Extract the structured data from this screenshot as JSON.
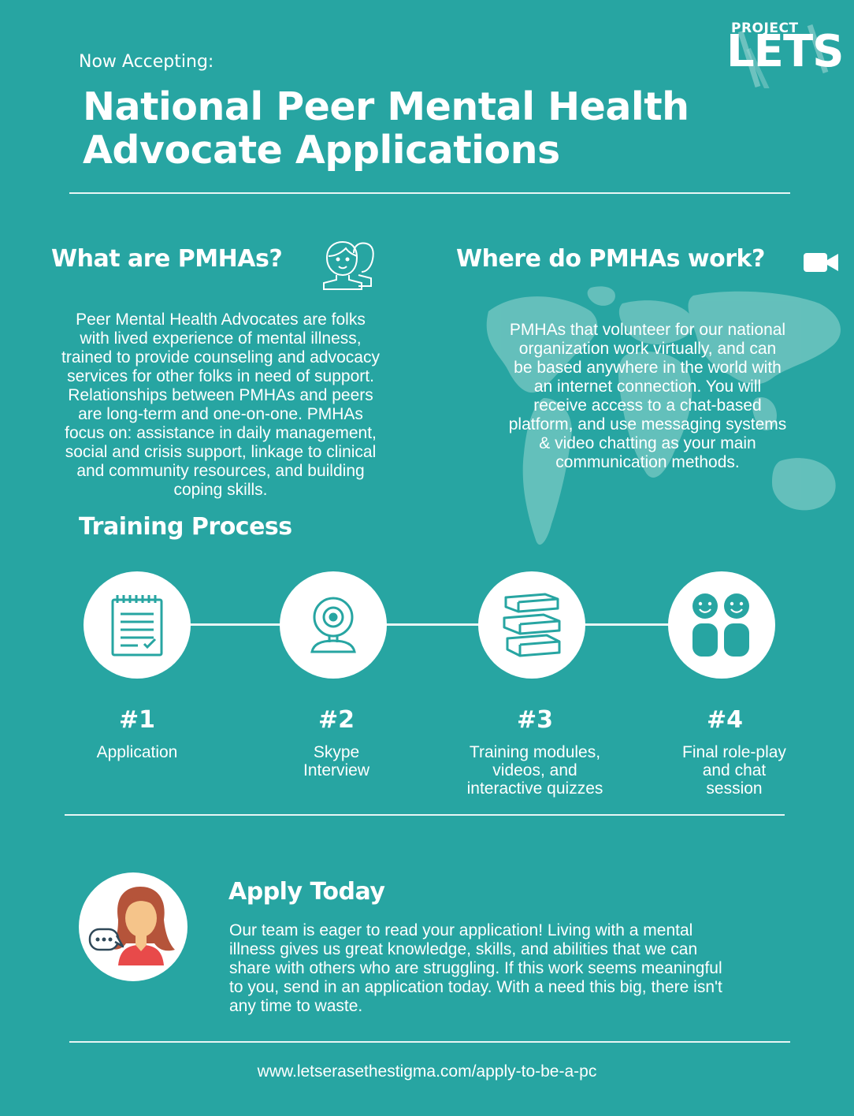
{
  "logo": {
    "project": "PROJECT",
    "lets": "LETS"
  },
  "header": {
    "eyebrow": "Now Accepting:",
    "title_line1": "National Peer Mental Health",
    "title_line2": "Advocate Applications"
  },
  "what": {
    "heading": "What are PMHAs?",
    "icon": "people-icon",
    "lines": [
      "Peer Mental Health Advocates are folks",
      "with lived experience of mental illness,",
      "trained to provide counseling and advocacy",
      "services for other folks in need of support.",
      "Relationships between PMHAs and peers",
      "are long-term and one-on-one. PMHAs",
      "focus on: assistance in daily management,",
      "social and crisis support, linkage to clinical",
      "and community resources, and building",
      "coping skills."
    ]
  },
  "where": {
    "heading": "Where do PMHAs work?",
    "icon": "video-camera-icon",
    "lines": [
      "PMHAs that volunteer for our national",
      "organization work virtually, and can",
      "be based anywhere in the world with",
      "an internet connection. You will",
      "receive access to a chat-based",
      "platform, and use messaging systems",
      "& video chatting as your main",
      "communication methods."
    ]
  },
  "training": {
    "heading": "Training Process",
    "steps": [
      {
        "num": "#1",
        "label_lines": [
          "Application"
        ],
        "icon": "checklist-icon"
      },
      {
        "num": "#2",
        "label_lines": [
          "Skype",
          "Interview"
        ],
        "icon": "webcam-icon"
      },
      {
        "num": "#3",
        "label_lines": [
          "Training modules,",
          "videos, and",
          "interactive quizzes"
        ],
        "icon": "books-icon"
      },
      {
        "num": "#4",
        "label_lines": [
          "Final role-play",
          "and chat",
          "session"
        ],
        "icon": "chat-people-icon"
      }
    ]
  },
  "apply": {
    "heading": "Apply Today",
    "icon": "woman-speech-icon",
    "lines": [
      "Our team is eager to read your application! Living with a mental",
      "illness gives us great knowledge, skills, and abilities that we can",
      "share with others who are struggling. If this work seems meaningful",
      "to you, send in an application today. With a need this big, there isn't",
      "any time to waste."
    ]
  },
  "footer": {
    "url": "www.letserasethestigma.com/apply-to-be-a-pc"
  },
  "colors": {
    "background": "#27a5a2",
    "text": "#ffffff",
    "map": "#6fc4c0",
    "icon_stroke": "#27a5a2"
  }
}
